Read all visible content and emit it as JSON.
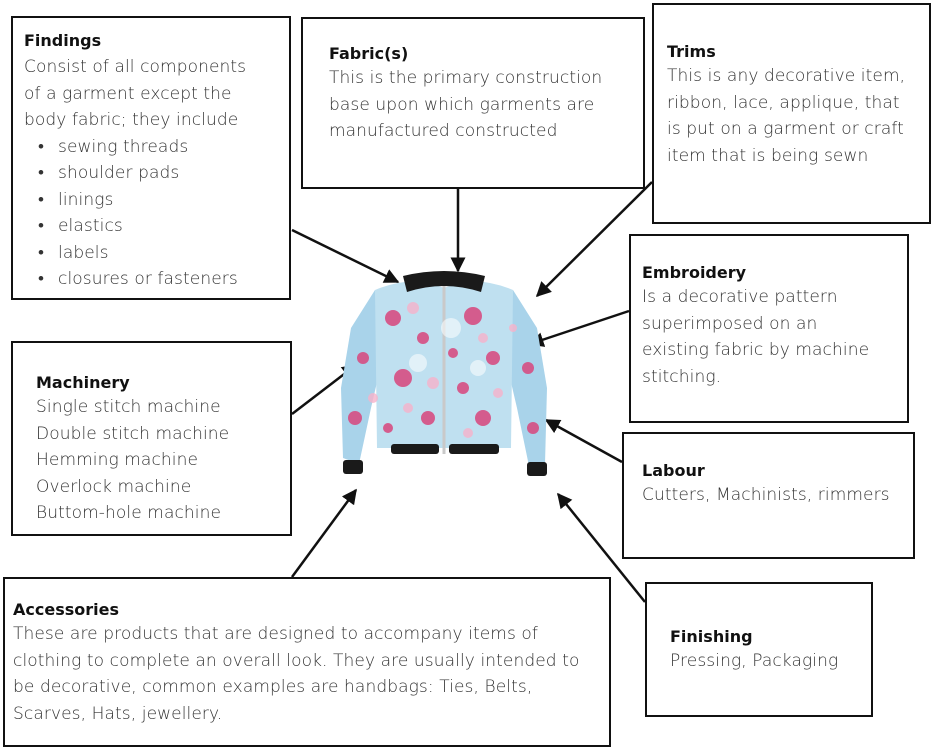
{
  "findings": {
    "title": "Findings",
    "intro": [
      "Consist of all components",
      "of a garment except the",
      "body fabric; they include"
    ],
    "items": [
      "sewing threads",
      "shoulder pads",
      "linings",
      "elastics",
      "labels",
      "closures or fasteners"
    ]
  },
  "fabric": {
    "title": "Fabric(s)",
    "lines": [
      "This is the primary construction",
      "base upon which garments are",
      "manufactured constructed"
    ]
  },
  "trims": {
    "title": "Trims",
    "lines": [
      "This is any decorative item,",
      "ribbon, lace, applique, that",
      "is put on a garment or craft",
      "item that is being sewn"
    ]
  },
  "embroidery": {
    "title": "Embroidery",
    "lines": [
      "Is a decorative pattern",
      "superimposed on an",
      "existing fabric by machine",
      "stitching."
    ]
  },
  "machinery": {
    "title": "Machinery",
    "lines": [
      "Single stitch machine",
      "Double stitch machine",
      "Hemming machine",
      "Overlock machine",
      "Buttom-hole machine"
    ]
  },
  "labour": {
    "title": "Labour",
    "lines": [
      "Cutters, Machinists, rimmers"
    ]
  },
  "accessories": {
    "title": "Accessories",
    "lines": [
      "These are products that are designed to accompany items of",
      "clothing to complete an overall look. They are usually intended to",
      "be decorative, common examples are handbags: Ties, Belts,",
      "Scarves, Hats, jewellery."
    ]
  },
  "finishing": {
    "title": "Finishing",
    "lines": [
      "Pressing, Packaging"
    ]
  },
  "colors": {
    "border": "#111111",
    "jacket_base": "#a9d3ea",
    "jacket_rose": "#d8457c",
    "jacket_trim": "#1a1a1a",
    "zipper": "#c9c9c9"
  },
  "icons": {
    "center_image": "floral-bomber-jacket"
  }
}
